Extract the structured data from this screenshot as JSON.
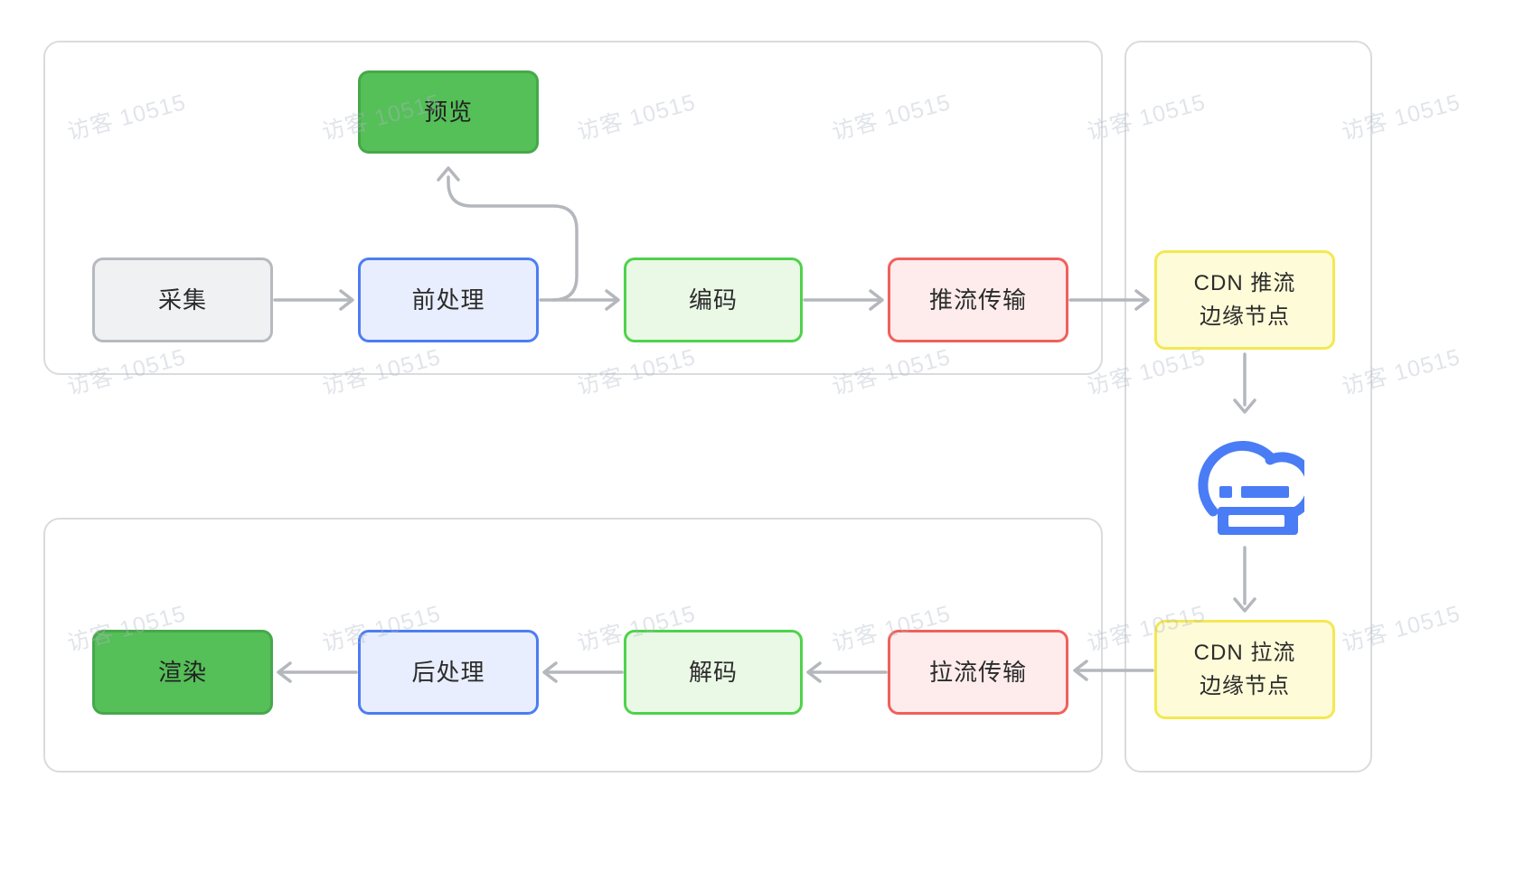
{
  "diagram": {
    "watermark_text": "访客 10515",
    "nodes": {
      "capture": "采集",
      "preprocess": "前处理",
      "encode": "编码",
      "push_transport": "推流传输",
      "cdn_push_line1": "CDN 推流",
      "cdn_push_line2": "边缘节点",
      "preview": "预览",
      "cdn_pull_line1": "CDN 拉流",
      "cdn_pull_line2": "边缘节点",
      "pull_transport": "拉流传输",
      "decode": "解码",
      "postprocess": "后处理",
      "render": "渲染"
    },
    "icons": {
      "cloud": "cdn-cloud-server-icon"
    },
    "colors": {
      "solid_green_fill": "#55bf58",
      "solid_green_border": "#46a84b",
      "gray_fill": "#f0f1f2",
      "gray_border": "#b6bac0",
      "blue_fill": "#e8eefd",
      "blue_border": "#4c7df3",
      "light_green_fill": "#eaf8e6",
      "light_green_border": "#4fd24c",
      "red_fill": "#fdeceb",
      "red_border": "#f0605b",
      "yellow_fill": "#fefbd8",
      "yellow_border": "#f4e851",
      "arrow": "#b4b8bd",
      "cloud_blue": "#4a7cf5",
      "container_border": "#d9dbde"
    }
  }
}
